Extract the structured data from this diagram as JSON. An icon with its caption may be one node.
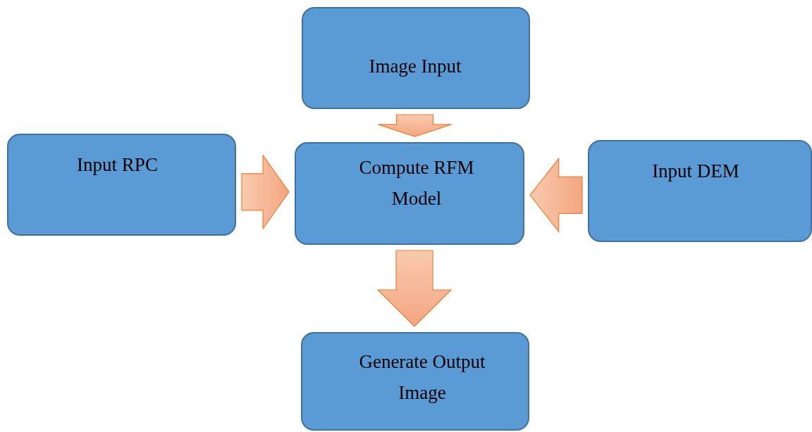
{
  "diagram": {
    "nodes": [
      {
        "text": [
          "Image Input"
        ]
      },
      {
        "text": [
          "Input RPC"
        ]
      },
      {
        "text": [
          "Compute RFM Model"
        ]
      },
      {
        "text": [
          "Input DEM"
        ]
      },
      {
        "text": [
          "Generate Output Image"
        ]
      }
    ],
    "edges": [
      {
        "from": 0,
        "to": 2,
        "arrow": "to"
      },
      {
        "from": 1,
        "to": 2,
        "arrow": "to"
      },
      {
        "from": 3,
        "to": 2,
        "arrow": "to"
      },
      {
        "from": 2,
        "to": 4,
        "arrow": "to"
      }
    ]
  }
}
